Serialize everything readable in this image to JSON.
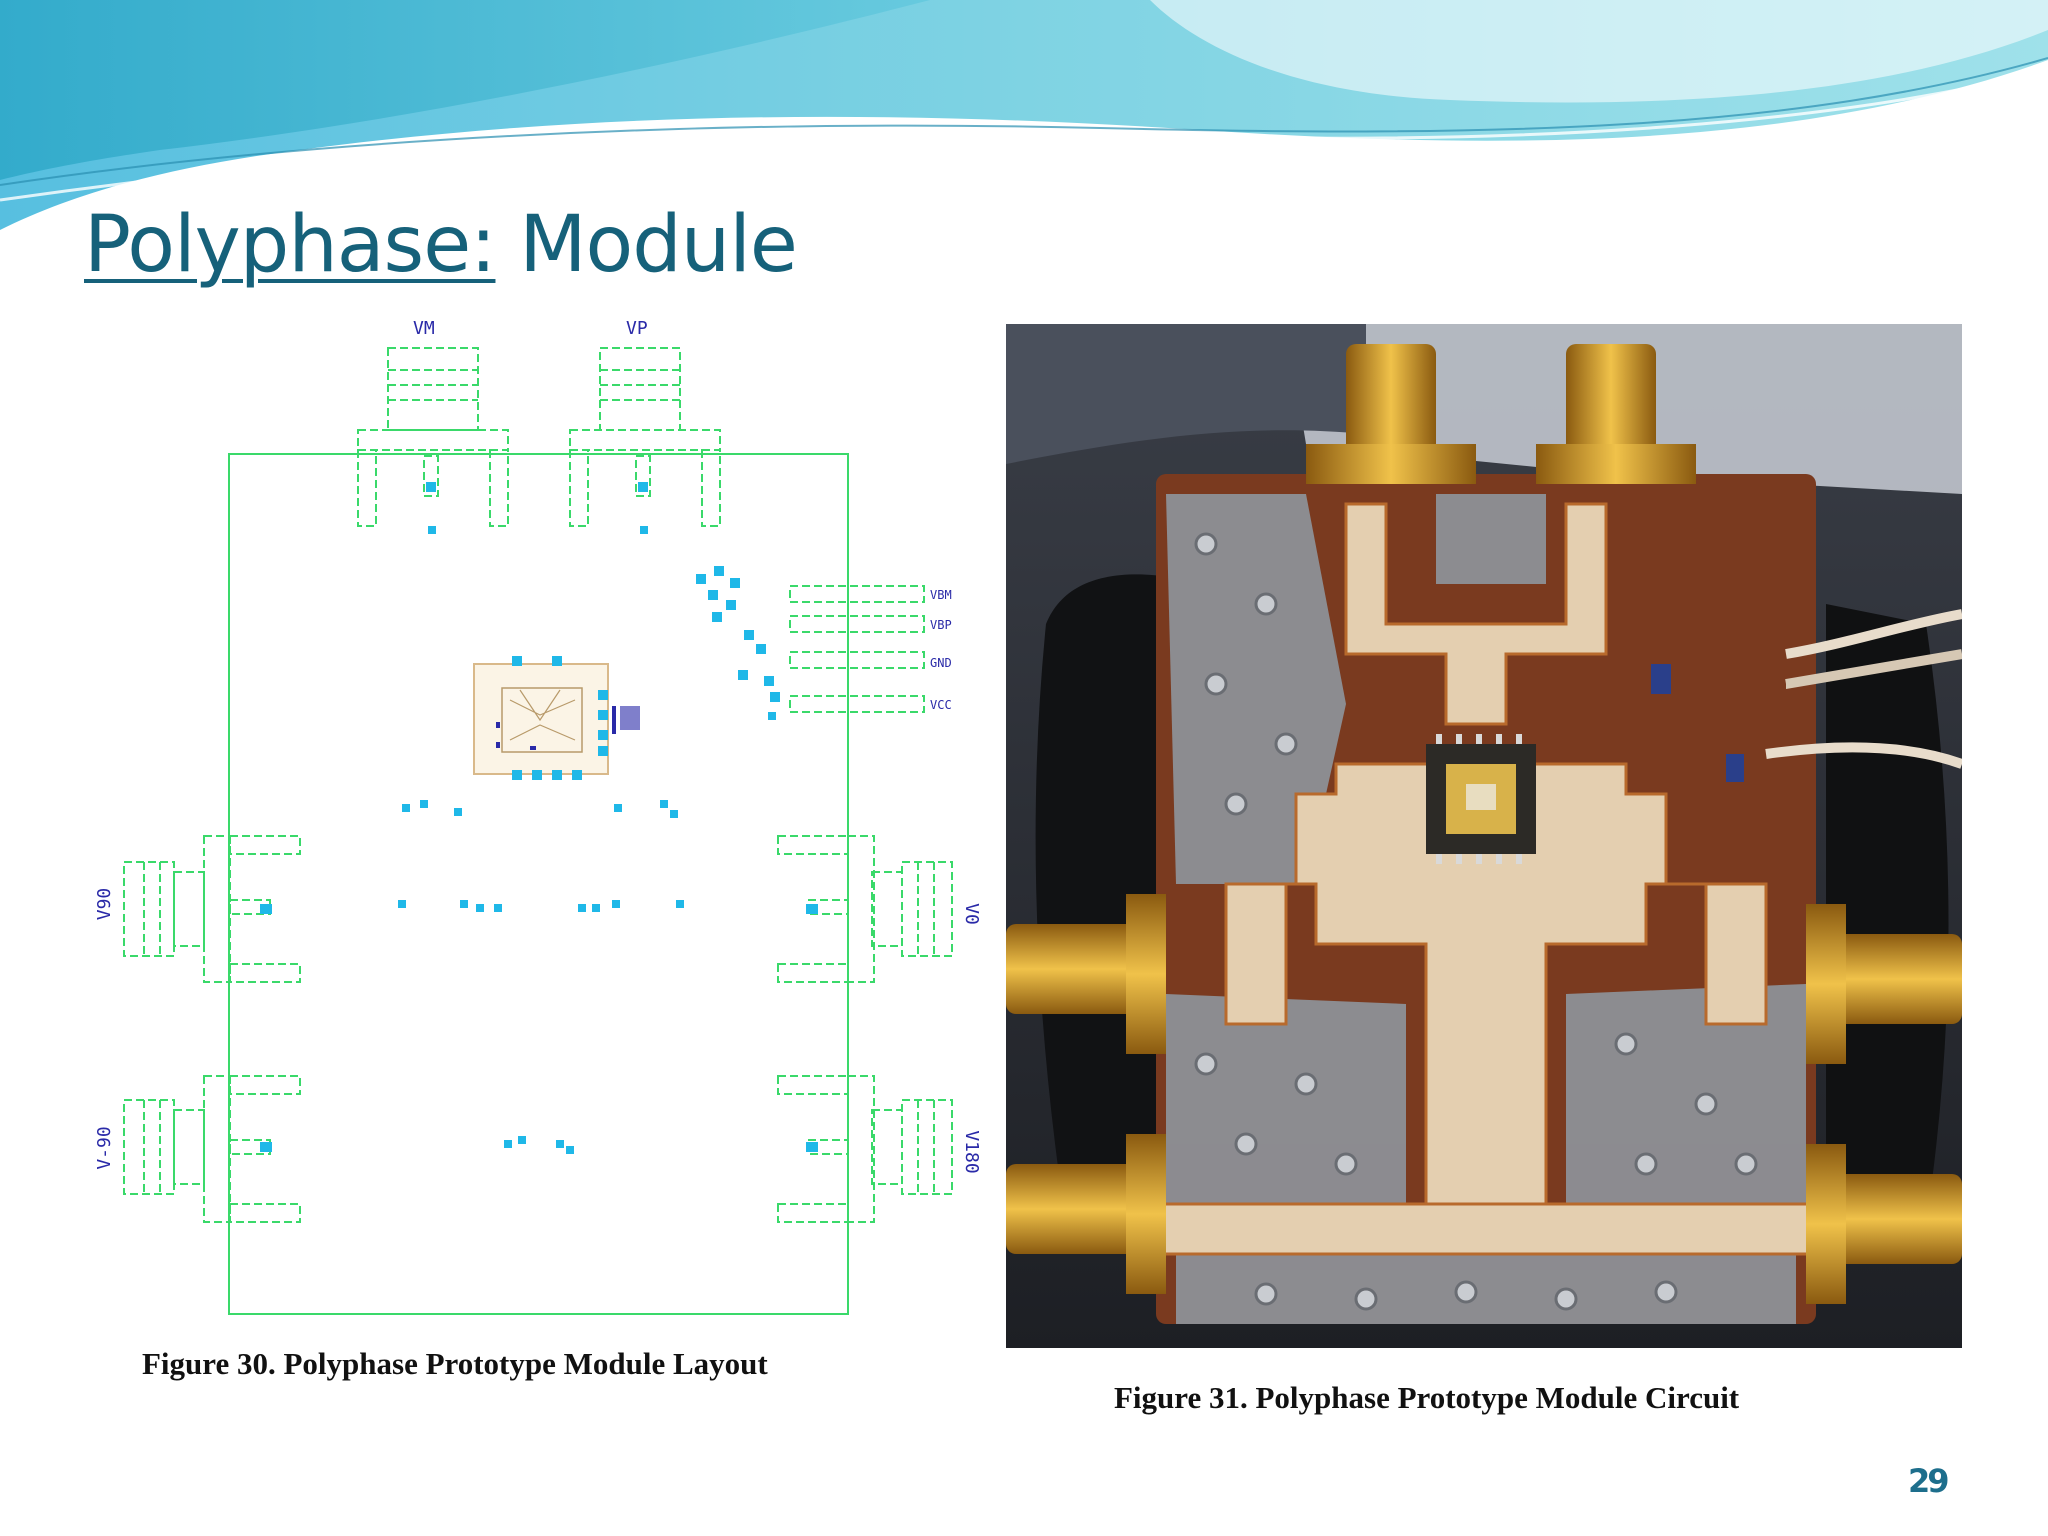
{
  "slide": {
    "title_part1": "Polyphase:",
    "title_part2": " Module",
    "page_number": "29"
  },
  "figure_layout": {
    "caption": "Figure 30. Polyphase Prototype Module Layout",
    "port_labels": {
      "vm": "VM",
      "vp": "VP",
      "v90": "V90",
      "v0": "V0",
      "vneg90": "V-90",
      "v180": "V180"
    },
    "bias_labels": [
      "VBM",
      "VBP",
      "GND",
      "VCC"
    ]
  },
  "figure_photo": {
    "caption": "Figure 31. Polyphase Prototype Module Circuit"
  },
  "colors": {
    "title": "#16617a",
    "wave_light": "#7fd3e3",
    "wave_dark": "#2aa6c6",
    "layout_outline": "#3ad96a",
    "layout_pads": "#1fb8e8"
  }
}
